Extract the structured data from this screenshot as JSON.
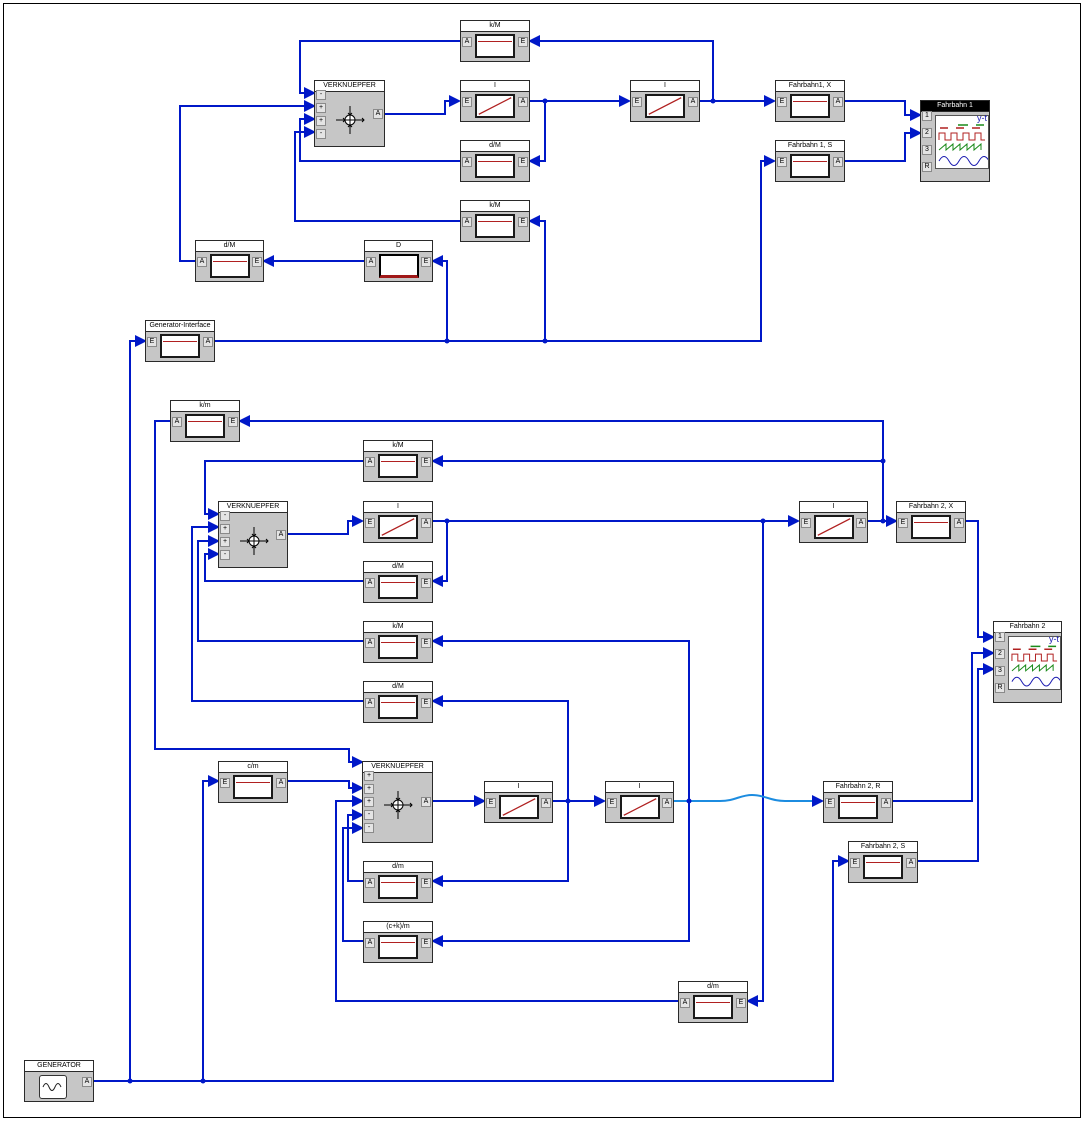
{
  "blocks": {
    "km_top": {
      "title": "k/M",
      "ports": [
        "A",
        "E"
      ]
    },
    "verk1": {
      "title": "VERKNUEPFER",
      "signs": [
        "-",
        "+",
        "+",
        "-"
      ],
      "out": "A"
    },
    "int1": {
      "title": "I",
      "ports": [
        "E",
        "A"
      ]
    },
    "int2": {
      "title": "I",
      "ports": [
        "E",
        "A"
      ]
    },
    "dm_top": {
      "title": "d/M",
      "ports": [
        "A",
        "E"
      ]
    },
    "km_mid": {
      "title": "k/M",
      "ports": [
        "A",
        "E"
      ]
    },
    "fb1x": {
      "title": "Fahrbahn1, X",
      "ports": [
        "E",
        "A"
      ]
    },
    "fb1s": {
      "title": "Fahrbahn 1, S",
      "ports": [
        "E",
        "A"
      ]
    },
    "scope1": {
      "title": "Fahrbahn 1",
      "inputs": [
        "1",
        "2",
        "3",
        "R"
      ],
      "label": "y-t"
    },
    "dm_left": {
      "title": "d/M",
      "ports": [
        "A",
        "E"
      ]
    },
    "d_block": {
      "title": "D",
      "ports": [
        "A",
        "E"
      ]
    },
    "gen_if": {
      "title": "Generator-Interface",
      "ports": [
        "E",
        "A"
      ]
    },
    "km_small": {
      "title": "k/m",
      "ports": [
        "A",
        "E"
      ]
    },
    "km2a": {
      "title": "k/M",
      "ports": [
        "A",
        "E"
      ]
    },
    "verk2": {
      "title": "VERKNUEPFER",
      "signs": [
        "-",
        "+",
        "+",
        "-"
      ],
      "out": "A"
    },
    "int3": {
      "title": "I",
      "ports": [
        "E",
        "A"
      ]
    },
    "int4": {
      "title": "I",
      "ports": [
        "E",
        "A"
      ]
    },
    "fb2x": {
      "title": "Fahrbahn 2, X",
      "ports": [
        "E",
        "A"
      ]
    },
    "dm2a": {
      "title": "d/M",
      "ports": [
        "A",
        "E"
      ]
    },
    "km2b": {
      "title": "k/M",
      "ports": [
        "A",
        "E"
      ]
    },
    "dm2b": {
      "title": "d/M",
      "ports": [
        "A",
        "E"
      ]
    },
    "scope2": {
      "title": "Fahrbahn 2",
      "inputs": [
        "1",
        "2",
        "3",
        "R"
      ],
      "label": "y-t"
    },
    "cm": {
      "title": "c/m",
      "ports": [
        "E",
        "A"
      ]
    },
    "verk3": {
      "title": "VERKNUEPFER",
      "signs": [
        "+",
        "+",
        "+",
        "-",
        "-"
      ],
      "out": "A"
    },
    "int5": {
      "title": "I",
      "ports": [
        "E",
        "A"
      ]
    },
    "int6": {
      "title": "I",
      "ports": [
        "E",
        "A"
      ]
    },
    "fb2r": {
      "title": "Fahrbahn 2, R",
      "ports": [
        "E",
        "A"
      ]
    },
    "fb2s": {
      "title": "Fahrbahn 2, S",
      "ports": [
        "E",
        "A"
      ]
    },
    "dm_small": {
      "title": "d/m",
      "ports": [
        "A",
        "E"
      ]
    },
    "ckm": {
      "title": "(c+k)/m",
      "ports": [
        "A",
        "E"
      ]
    },
    "dm_bottom": {
      "title": "d/m",
      "ports": [
        "A",
        "E"
      ]
    },
    "generator": {
      "title": "GENERATOR",
      "out": "A"
    }
  },
  "colors": {
    "wire": "#0018c8",
    "wire_light": "#1c8ce0",
    "block": "#c6c6c6",
    "trace_red": "#b02020",
    "trace_green": "#1a8a1a",
    "trace_blue": "#1a1ab0"
  },
  "icons": {
    "sum": "summing-junction-icon",
    "ramp": "integrator-ramp-icon",
    "scope": "oscilloscope-icon",
    "sine": "sine-wave-icon"
  }
}
